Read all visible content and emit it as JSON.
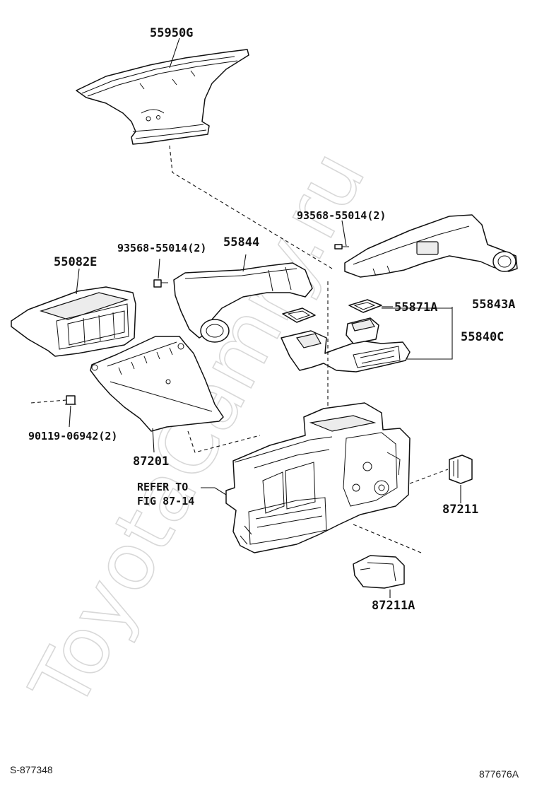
{
  "watermark": "ToyotaCamry.ru",
  "parts": {
    "p55950g": "55950G",
    "p93568_left": "93568-55014(2)",
    "p55844": "55844",
    "p93568_right": "93568-55014(2)",
    "p55082e": "55082E",
    "p55843a": "55843A",
    "p55871a": "55871A",
    "p55840c": "55840C",
    "p90119": "90119-06942(2)",
    "p87201": "87201",
    "refer_line1": "REFER TO",
    "refer_line2": "FIG 87-14",
    "p87211": "87211",
    "p87211a": "87211A"
  },
  "footer": {
    "left_code": "S-877348",
    "right_code": "877676A"
  }
}
